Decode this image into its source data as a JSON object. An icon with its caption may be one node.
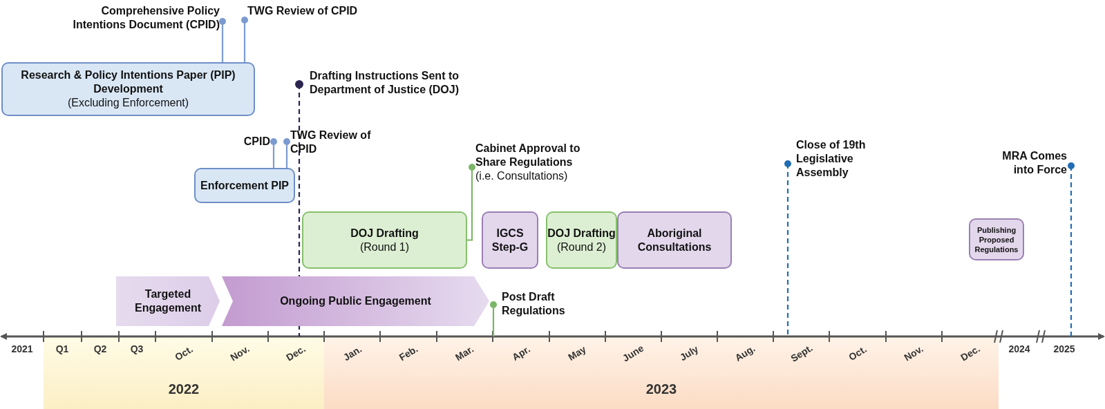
{
  "diagram": {
    "nodes": [
      {
        "text": [
          "Comprehensive Policy Intentions Document (CPID)"
        ]
      },
      {
        "text": [
          "TWG Review of CPID"
        ]
      },
      {
        "text": [
          "**Research & Policy Intentions Paper (PIP) Development** (Excluding Enforcement)"
        ]
      },
      {
        "text": [
          "Drafting Instructions Sent to Department of Justice (DOJ)"
        ]
      },
      {
        "text": [
          "CPID"
        ]
      },
      {
        "text": [
          "TWG Review of CPID"
        ]
      },
      {
        "text": [
          "Enforcement PIP"
        ]
      },
      {
        "text": [
          "Cabinet Approval to Share Regulations",
          "(i.e. Consultations)"
        ]
      },
      {
        "text": [
          "DOJ Drafting",
          "(Round 1)"
        ]
      },
      {
        "text": [
          "IGCS Step-G"
        ]
      },
      {
        "text": [
          "DOJ Drafting",
          "(Round 2)"
        ]
      },
      {
        "text": [
          "Aboriginal Consultations"
        ]
      },
      {
        "text": [
          "Close of 19th Legislative Assembly"
        ]
      },
      {
        "text": [
          "MRA Comes into Force"
        ]
      },
      {
        "text": [
          "Publishing Proposed Regulations"
        ]
      },
      {
        "text": [
          "Targeted Engagement"
        ]
      },
      {
        "text": [
          "Ongoing Public Engagement"
        ]
      },
      {
        "text": [
          "Post Draft Regulations"
        ]
      },
      {
        "text": [],
        "shape": "axis"
      }
    ],
    "edges": [
      {
        "from": 0,
        "to": 2,
        "arrow": "other",
        "color": "#7b9bd0"
      },
      {
        "from": 1,
        "to": 2,
        "arrow": "other",
        "color": "#7b9bd0"
      },
      {
        "from": 3,
        "to": 18,
        "arrow": "other",
        "style": "dashed",
        "color": "#2b2350"
      },
      {
        "from": 4,
        "to": 6,
        "arrow": "other",
        "color": "#7b9bd0"
      },
      {
        "from": 5,
        "to": 6,
        "arrow": "other",
        "color": "#7b9bd0"
      },
      {
        "from": 7,
        "to": 8,
        "arrow": "other",
        "color": "#7cb668"
      },
      {
        "from": 12,
        "to": 18,
        "arrow": "other",
        "style": "dashed",
        "color": "#1f6db3"
      },
      {
        "from": 13,
        "to": 18,
        "arrow": "other",
        "style": "dashed",
        "color": "#1f6db3"
      },
      {
        "from": 17,
        "to": 18,
        "arrow": "other",
        "color": "#7cb668"
      }
    ],
    "labels": [
      "2021",
      "Q1",
      "Q2",
      "Q3",
      "Oct.",
      "Nov.",
      "Dec.",
      "Jan.",
      "Feb.",
      "Mar.",
      "Apr.",
      "May",
      "June",
      "July",
      "Aug.",
      "Sept.",
      "Oct.",
      "Nov.",
      "Dec.",
      "2024",
      "2025",
      "2022",
      "2023"
    ]
  }
}
